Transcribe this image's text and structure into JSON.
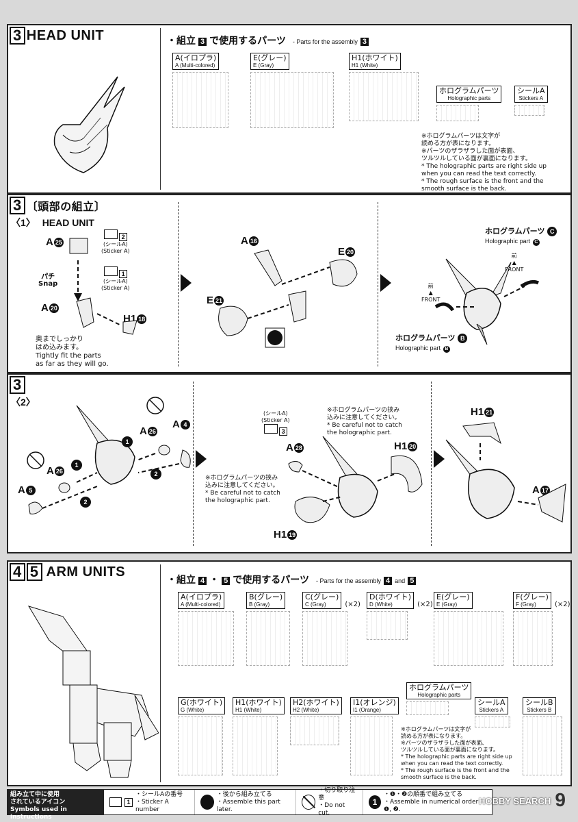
{
  "section1": {
    "step": "3",
    "title": "HEAD UNIT",
    "parts_head_jp_pre": "・組立",
    "parts_head_step": "3",
    "parts_head_jp_post": "で使用するパーツ",
    "parts_head_en": "- Parts for the assembly",
    "parts_head_en_step": "3",
    "runners": [
      {
        "jp": "A(イロプラ)",
        "en": "A (Multi-colored)"
      },
      {
        "jp": "E(グレー)",
        "en": "E (Gray)"
      },
      {
        "jp": "H1(ホワイト)",
        "en": "H1 (White)"
      }
    ],
    "holo": {
      "jp": "ホログラムパーツ",
      "en": "Holographic parts"
    },
    "sticker": {
      "jp": "シールA",
      "en": "Stickers A"
    },
    "note": "※ホログラムパーツは文字が\n  読める方が表になります。\n※パーツのザラザラした面が表面、\n  ツルツルしている面が裏面になります。\n* The holographic parts are right side up\n  when you can read the text correctly.\n* The rough surface is the front and the\n  smooth surface is the back."
  },
  "section2": {
    "step": "3",
    "title_jp": "〔頭部の組立〕",
    "sub": "〈1〉",
    "title_en": "HEAD UNIT",
    "labels": {
      "a25": "A",
      "a25n": "25",
      "a20": "A",
      "a20n": "20",
      "h1_18": "H1",
      "h1_18n": "18",
      "a16": "A",
      "a16n": "16",
      "e20": "E",
      "e20n": "20",
      "e21": "E",
      "e21n": "21"
    },
    "sticker2_jp": "(シールA)",
    "sticker2_en": "(Sticker A)",
    "sticker2_num": "2",
    "sticker1_jp": "(シールA)",
    "sticker1_en": "(Sticker A)",
    "sticker1_num": "1",
    "snap_jp": "パチ",
    "snap_en": "Snap",
    "fit_note": "奥までしっかり\nはめ込みます。\nTightly fit the parts\nas far as they will go.",
    "holo_c_jp": "ホログラムパーツ",
    "holo_c_en": "Holographic part",
    "holo_c_letter": "C",
    "holo_b_jp": "ホログラムパーツ",
    "holo_b_en": "Holographic part",
    "holo_b_letter": "B",
    "front_jp": "前",
    "front_en": "FRONT"
  },
  "section3": {
    "step": "3",
    "sub": "〈2〉",
    "labels": {
      "a4": "A",
      "a4n": "4",
      "a26": "A",
      "a26n": "26",
      "a5": "A",
      "a5n": "5",
      "a28": "A",
      "a28n": "28",
      "h1_20": "H1",
      "h1_20n": "20",
      "h1_19": "H1",
      "h1_19n": "19",
      "h1_21": "H1",
      "h1_21n": "21",
      "a17": "A",
      "a17n": "17"
    },
    "order1": "1",
    "order2": "2",
    "sticker3_jp": "(シールA)",
    "sticker3_en": "(Sticker A)",
    "sticker3_num": "3",
    "caution1": "※ホログラムパーツの挟み\n  込みに注意してください。\n* Be careful not to catch\n  the holographic part.",
    "caution2": "※ホログラムパーツの挟み\n  込みに注意してください。\n* Be careful not to catch\n  the holographic part."
  },
  "section4": {
    "step_a": "4",
    "step_b": "5",
    "title": "ARM UNITS",
    "parts_head_jp_pre": "・組立",
    "parts_head_step_a": "4",
    "parts_head_mid": "・",
    "parts_head_step_b": "5",
    "parts_head_jp_post": "で使用するパーツ",
    "parts_head_en": "- Parts for the assembly",
    "parts_head_en_a": "4",
    "parts_head_en_and": "and",
    "parts_head_en_b": "5",
    "runners_row1": [
      {
        "jp": "A(イロプラ)",
        "en": "A (Multi-colored)",
        "qty": ""
      },
      {
        "jp": "B(グレー)",
        "en": "B (Gray)",
        "qty": ""
      },
      {
        "jp": "C(グレー)",
        "en": "C (Gray)",
        "qty": "(×2)"
      },
      {
        "jp": "D(ホワイト)",
        "en": "D (White)",
        "qty": "(×2)"
      },
      {
        "jp": "E(グレー)",
        "en": "E (Gray)",
        "qty": ""
      },
      {
        "jp": "F(グレー)",
        "en": "F (Gray)",
        "qty": "(×2)"
      }
    ],
    "runners_row2": [
      {
        "jp": "G(ホワイト)",
        "en": "G (White)"
      },
      {
        "jp": "H1(ホワイト)",
        "en": "H1 (White)"
      },
      {
        "jp": "H2(ホワイト)",
        "en": "H2 (White)"
      },
      {
        "jp": "I1(オレンジ)",
        "en": "I1 (Orange)"
      }
    ],
    "holo": {
      "jp": "ホログラムパーツ",
      "en": "Holographic parts"
    },
    "sticker_a": {
      "jp": "シールA",
      "en": "Stickers A"
    },
    "sticker_b": {
      "jp": "シールB",
      "en": "Stickers B"
    },
    "note": "※ホログラムパーツは文字が\n  読める方が表になります。\n※パーツのザラザラした面が表面、\n  ツルツルしている面が裏面になります。\n* The holographic parts are right side up\n  when you can read the text correctly.\n* The rough surface is the front and the\n  smooth surface is the back."
  },
  "legend": {
    "head": "組み立て中に使用\nされているアイコン\nSymbols used in instructions",
    "item1_num": "1",
    "item1": "・シールAの番号\n・Sticker A number",
    "item2": "・後から組み立てる\n・Assemble this part later.",
    "item3": "・切り取り注意\n・Do not cut.",
    "item4_num": "1",
    "item4": "・❶・❷の順番で組み立てる\n・Assemble in numerical order ❶, ❷.",
    "watermark": "HOBBY SEARCH",
    "page": "9"
  }
}
